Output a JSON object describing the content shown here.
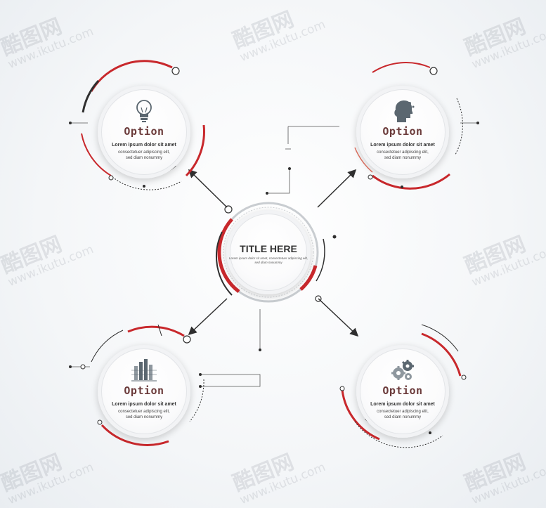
{
  "center": {
    "title": "TITLE HERE",
    "body": "Lorem ipsum dolor sit amet, consectetuer adipiscing elit, sed diam nonummy"
  },
  "options": [
    {
      "title": "Option",
      "lead": "Lorem ipsum dolor sit amet",
      "body1": "consectetuer adipiscing elit,",
      "body2": "sed diam nonummy",
      "icon": "lightbulb-icon"
    },
    {
      "title": "Option",
      "lead": "Lorem ipsum dolor sit amet",
      "body1": "consectetuer adipiscing elit,",
      "body2": "sed diam nonummy",
      "icon": "human-head-icon"
    },
    {
      "title": "Option",
      "lead": "Lorem ipsum dolor sit amet",
      "body1": "consectetuer adipiscing elit,",
      "body2": "sed diam nonummy",
      "icon": "bar-chart-icon"
    },
    {
      "title": "Option",
      "lead": "Lorem ipsum dolor sit amet",
      "body1": "consectetuer adipiscing elit,",
      "body2": "sed diam nonummy",
      "icon": "gears-icon"
    }
  ],
  "watermark": {
    "brand": "酷图网",
    "url": "www.ikutu.com"
  },
  "colors": {
    "accent": "#c8282c",
    "dark": "#2f2f2f",
    "grey": "#9aa0a6"
  }
}
